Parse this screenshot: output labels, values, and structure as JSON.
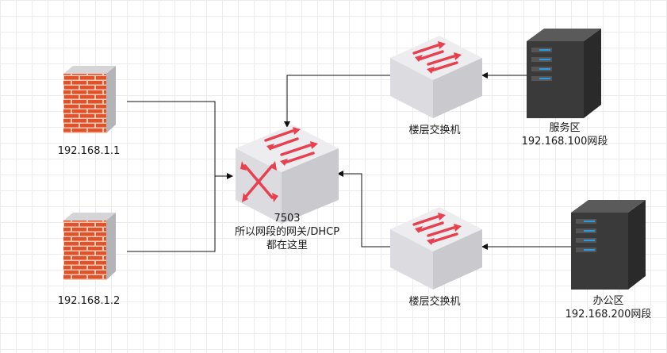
{
  "nodes": {
    "firewall_1": {
      "label": "192.168.1.1",
      "icon": "firewall-icon"
    },
    "firewall_2": {
      "label": "192.168.1.2",
      "icon": "firewall-icon"
    },
    "core_switch": {
      "label_lines": [
        "7503",
        "所以网段的网关/DHCP",
        "都在这里"
      ],
      "icon": "core-switch-icon"
    },
    "floor_switch_1": {
      "label": "楼层交换机",
      "icon": "switch-icon"
    },
    "floor_switch_2": {
      "label": "楼层交换机",
      "icon": "switch-icon"
    },
    "server_service": {
      "label_lines": [
        "服务区",
        "192.168.100网段"
      ],
      "icon": "server-icon"
    },
    "server_office": {
      "label_lines": [
        "办公区",
        "192.168.200网段"
      ],
      "icon": "server-icon"
    }
  },
  "colors": {
    "brick": "#e2522a",
    "brick_mortar": "#f6c9b4",
    "wall_cap": "#b8b8bc",
    "switch_top": "#ededf0",
    "switch_left": "#dcdce0",
    "switch_right": "#c9c9ce",
    "arrow_red": "#e8404e",
    "server_body": "#3a3a3a",
    "server_led": "#2a9be0",
    "connector": "#111111"
  }
}
